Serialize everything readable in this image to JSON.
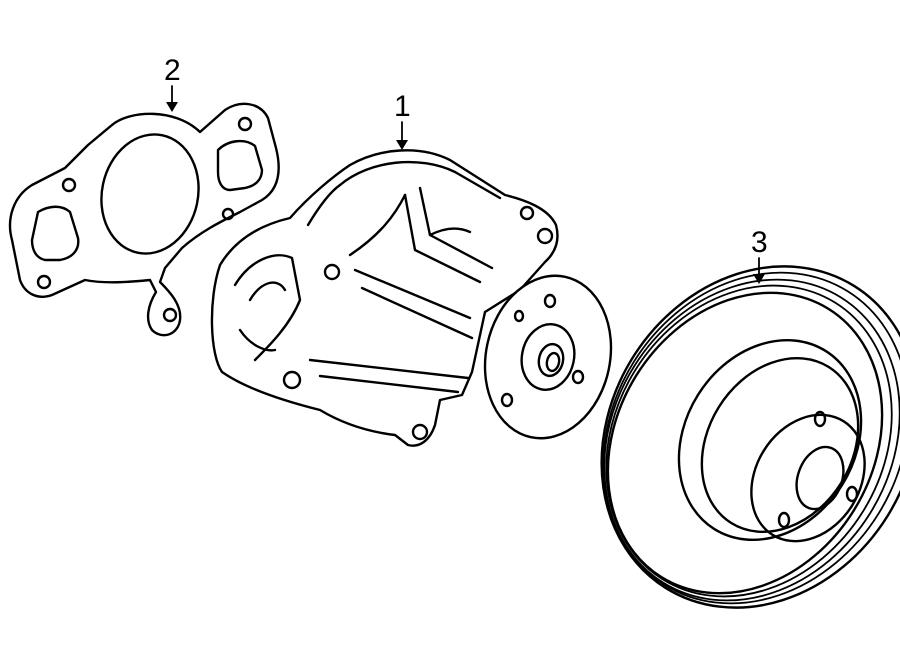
{
  "callouts": [
    {
      "id": "water-pump",
      "number": "1"
    },
    {
      "id": "gasket",
      "number": "2"
    },
    {
      "id": "pulley",
      "number": "3"
    }
  ]
}
